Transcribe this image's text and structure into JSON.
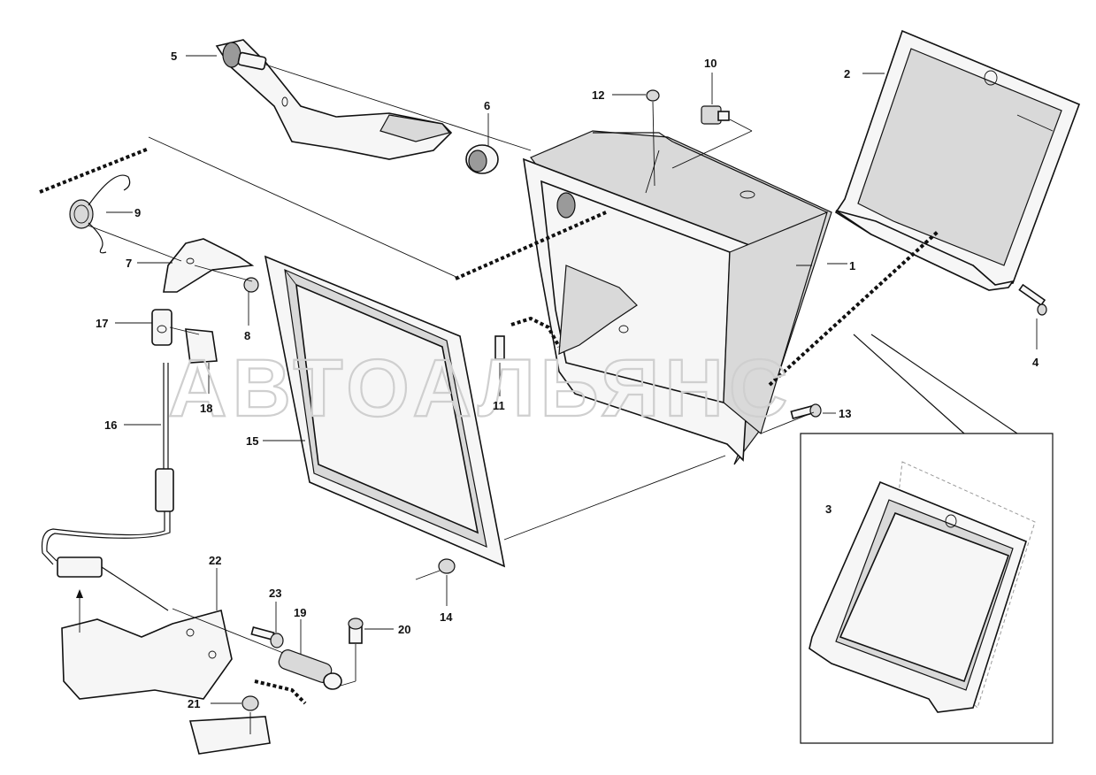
{
  "watermark": "АВТОАЛЬЯНС",
  "callouts": [
    "1",
    "2",
    "3",
    "4",
    "5",
    "6",
    "7",
    "8",
    "9",
    "10",
    "11",
    "12",
    "13",
    "14",
    "15",
    "16",
    "17",
    "18",
    "19",
    "20",
    "21",
    "22",
    "23"
  ],
  "colors": {
    "line": "#111111",
    "fill": "#f6f6f6",
    "shade": "#d9d9d9",
    "watermark": "#cfcfcf"
  }
}
